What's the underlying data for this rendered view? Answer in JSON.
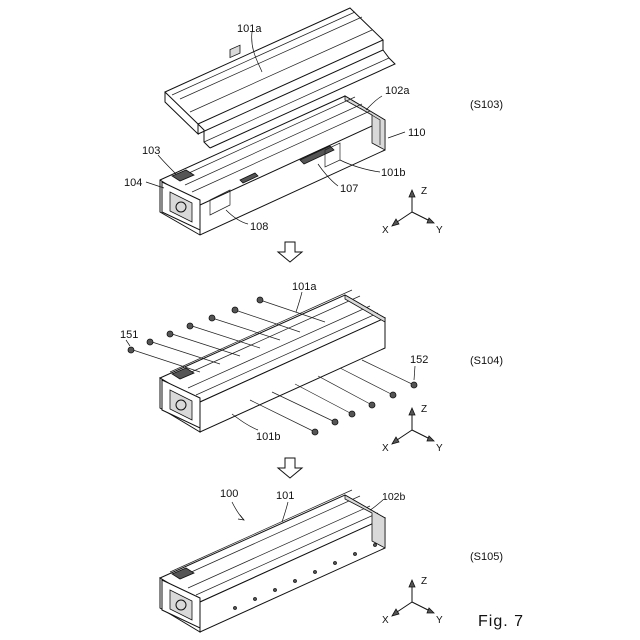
{
  "figure": {
    "label": "Fig. 7"
  },
  "steps": [
    {
      "id": "S103",
      "label": "(S103)"
    },
    {
      "id": "S104",
      "label": "(S104)"
    },
    {
      "id": "S105",
      "label": "(S105)"
    }
  ],
  "axes": {
    "z": "Z",
    "x": "X",
    "y": "Y"
  },
  "refs": {
    "step1": {
      "cover": "101a",
      "side_cover": "102a",
      "frame": "110",
      "part103": "103",
      "part104": "104",
      "base": "101b",
      "part107": "107",
      "part108": "108"
    },
    "step2": {
      "cover": "101a",
      "screws_left": "151",
      "screws_right": "152",
      "base": "101b"
    },
    "step3": {
      "assembly": "100",
      "case": "101",
      "end_cap": "102b"
    }
  }
}
